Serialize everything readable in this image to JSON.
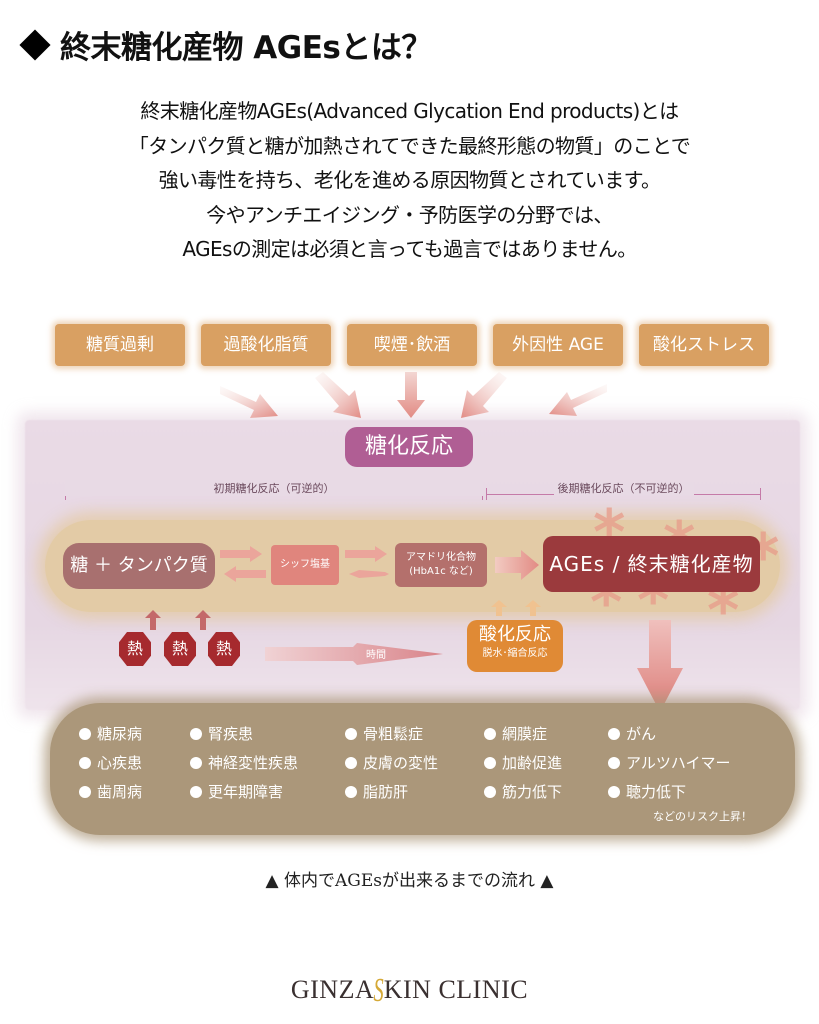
{
  "title": "終末糖化産物 AGEsとは？",
  "intro_lines": [
    "終末糖化産物AGEs(Advanced Glycation End products)とは",
    "「タンパク質と糖が加熱されてできた最終形態の物質」のことで",
    "強い毒性を持ち、老化を進める原因物質とされています。",
    "今やアンチエイジング・予防医学の分野では、",
    "AGEsの測定は必須と言っても過言ではありません。"
  ],
  "diagram": {
    "sources": [
      "糖質過剰",
      "過酸化脂質",
      "喫煙･飲酒",
      "外因性 AGE",
      "酸化ストレス"
    ],
    "glycation_label": "糖化反応",
    "early_phase": "初期糖化反応（可逆的）",
    "late_phase": "後期糖化反応（不可逆的）",
    "nodes": {
      "sugar_protein": "糖 ＋ タンパク質",
      "schiff_base": "シッフ塩基",
      "amadori_line1": "アマドリ化合物",
      "amadori_line2": "(HbA1c など)",
      "ages": "AGEs / 終末糖化産物"
    },
    "heat_labels": [
      "熱",
      "熱",
      "熱"
    ],
    "time_label": "時間",
    "oxidation": {
      "title": "酸化反応",
      "subtitle": "脱水･縮合反応"
    },
    "risks": [
      [
        "糖尿病",
        "心疾患",
        "歯周病"
      ],
      [
        "腎疾患",
        "神経変性疾患",
        "更年期障害"
      ],
      [
        "骨粗鬆症",
        "皮膚の変性",
        "脂肪肝"
      ],
      [
        "網膜症",
        "加齢促進",
        "筋力低下"
      ],
      [
        "がん",
        "アルツハイマー",
        "聴力低下"
      ]
    ],
    "risk_note": "などのリスク上昇！"
  },
  "caption": "▲ 体内でAGEsが出来るまでの流れ ▲",
  "logo": {
    "left": "GINZA",
    "mark": "S",
    "right": "KIN CLINIC"
  },
  "colors": {
    "source_box": "#d9a062",
    "glycation": "#b05e94",
    "ages": "#9b3a3d",
    "oxidation": "#e08a35",
    "heat": "#a62a2e",
    "risk_band": "#ab977a",
    "logo_accent": "#d5a937"
  }
}
